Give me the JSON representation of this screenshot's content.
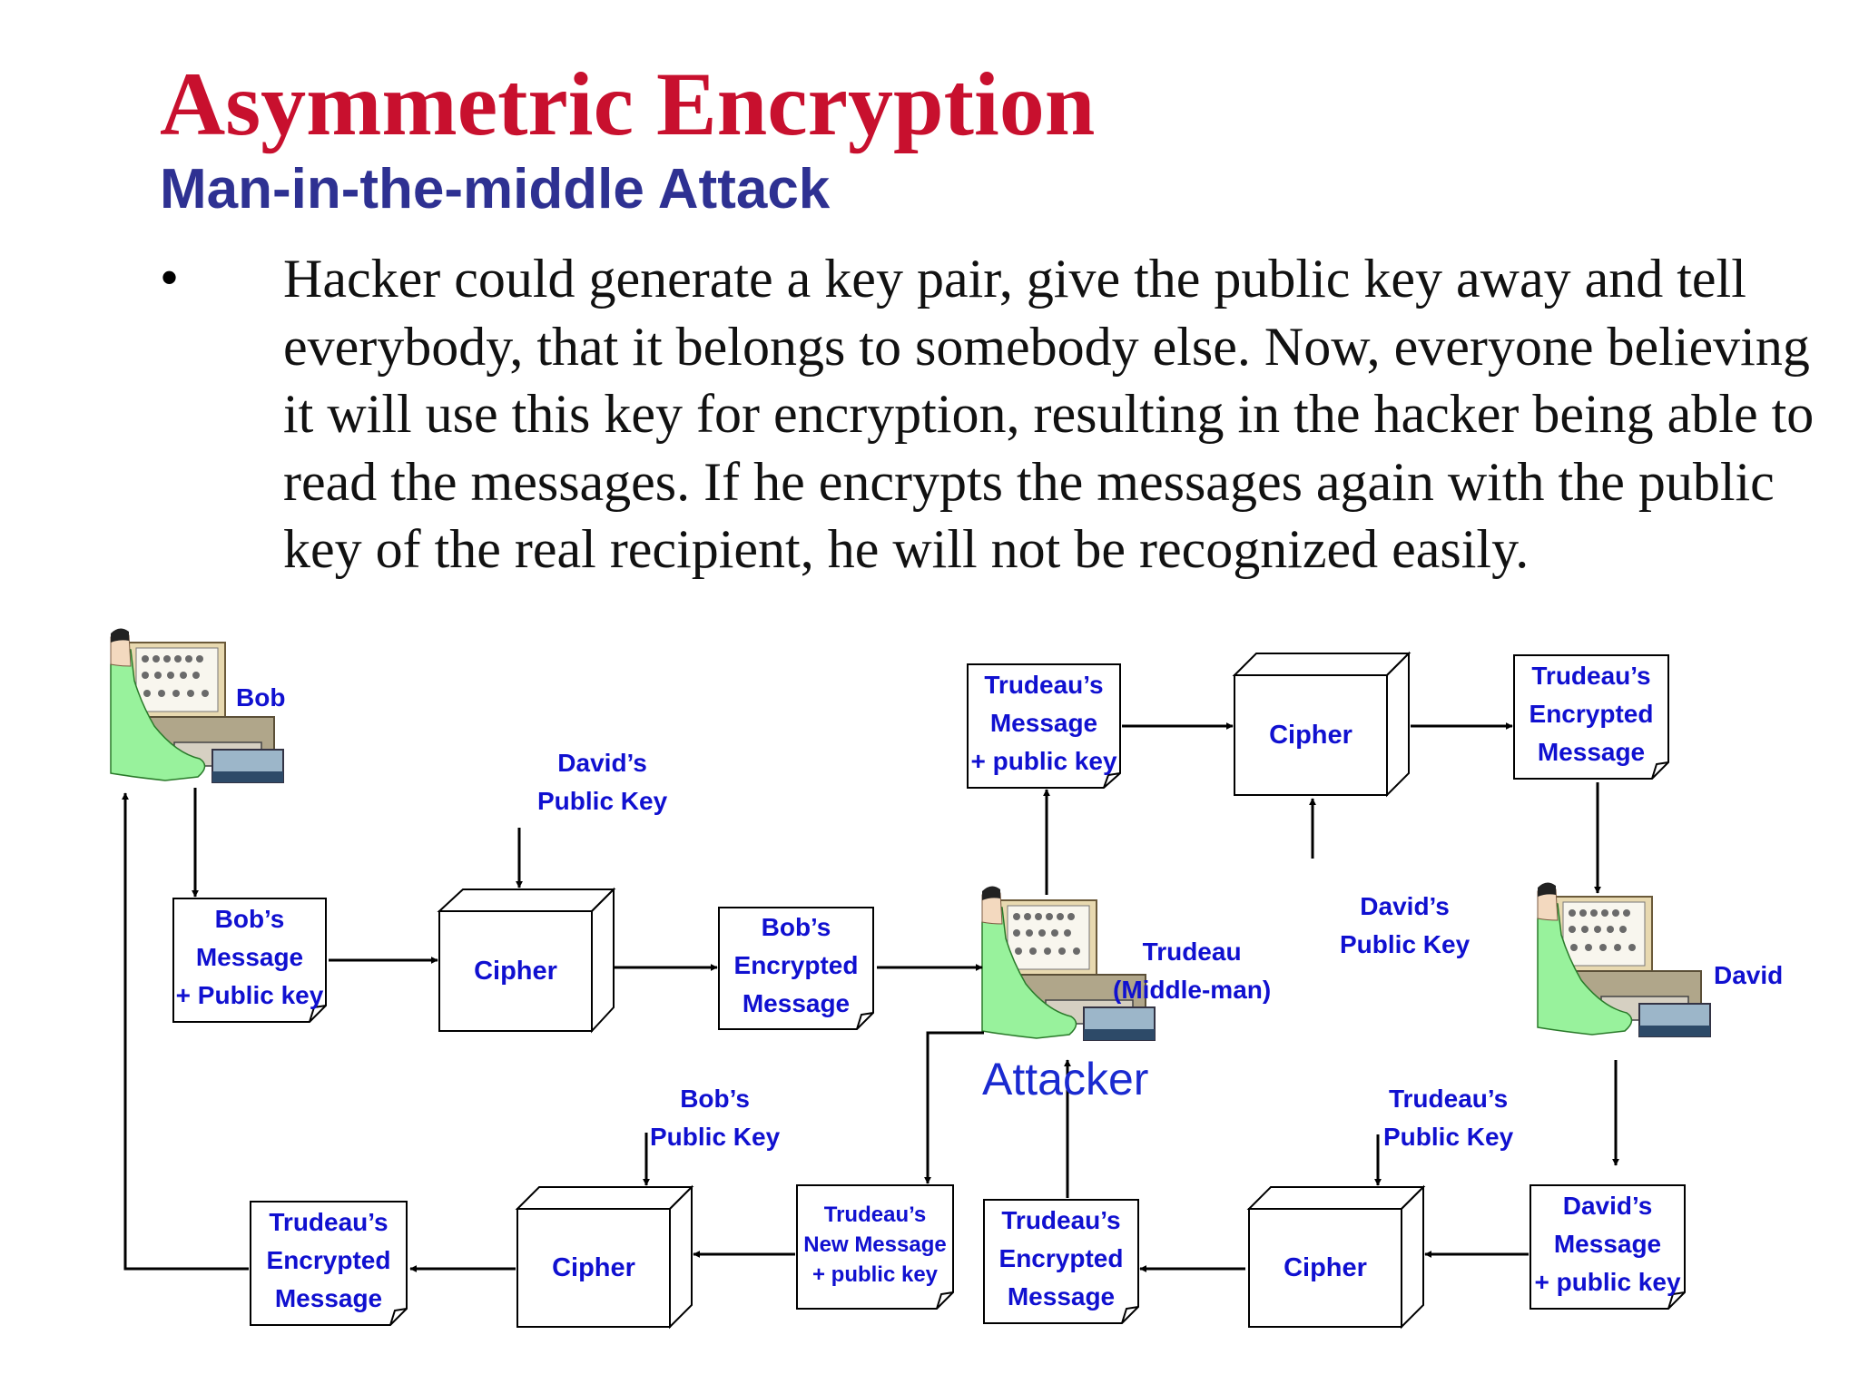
{
  "slide": {
    "title": "Asymmetric Encryption",
    "subtitle": "Man-in-the-middle Attack",
    "bullet_symbol": "•",
    "bullet_text": "Hacker could generate a key pair, give the public key away and tell everybody, that it belongs to somebody else. Now, everyone believing it will use this key for encryption, resulting in the hacker being able to read the messages. If he encrypts the messages again with the public key of the real recipient, he will not be recognized easily."
  },
  "people": {
    "bob": "Bob",
    "trudeau": [
      "Trudeau",
      "(Middle-man)"
    ],
    "david": "David",
    "attacker": "Attacker"
  },
  "boxes": {
    "bobs_message": [
      "Bob’s",
      "Message",
      "+ Public key"
    ],
    "bobs_encrypted": [
      "Bob’s",
      "Encrypted",
      "Message"
    ],
    "trudeau_message": [
      "Trudeau’s",
      "Message",
      "+ public key"
    ],
    "trudeau_encrypted_top": [
      "Trudeau’s",
      "Encrypted",
      "Message"
    ],
    "davids_message": [
      "David’s",
      "Message",
      "+ public key"
    ],
    "trudeau_encrypted_bottom": [
      "Trudeau’s",
      "Encrypted",
      "Message"
    ],
    "trudeau_new_message": [
      "Trudeau’s",
      "New Message",
      "+ public key"
    ],
    "trudeau_encrypted_left": [
      "Trudeau’s",
      "Encrypted",
      "Message"
    ]
  },
  "keys": {
    "davids_public_key_1": [
      "David’s",
      "Public Key"
    ],
    "davids_public_key_2": [
      "David’s",
      "Public Key"
    ],
    "bobs_public_key": [
      "Bob’s",
      "Public Key"
    ],
    "trudeau_public_key": [
      "Trudeau’s",
      "Public Key"
    ]
  },
  "cipher_label": "Cipher",
  "colors": {
    "title": "#c8102e",
    "subtitle": "#2e3192",
    "diagram_text": "#1010d0",
    "line": "#000000"
  },
  "icons": [
    "person-at-computer-icon",
    "cipher-cube-icon",
    "document-dogear-icon",
    "arrow-icon"
  ]
}
